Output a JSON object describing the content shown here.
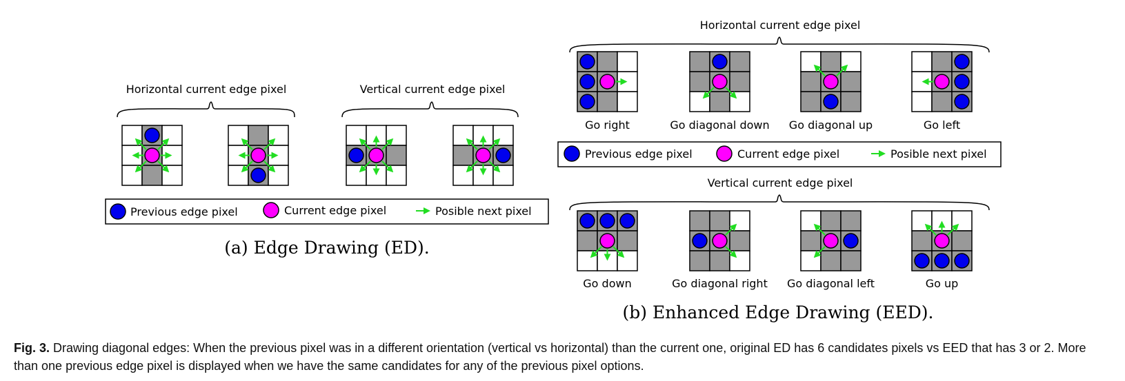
{
  "panel_a": {
    "group_label": "Horizontal current edge pixel",
    "group_label_2": "Vertical current edge pixel",
    "legend": {
      "previous": "Previous edge pixel",
      "current": "Current edge pixel",
      "next": "Posible next pixel"
    },
    "subcaption": "(a) Edge Drawing (ED)."
  },
  "panel_b": {
    "horizontal_label": "Horizontal current edge pixel",
    "vertical_label": "Vertical current edge pixel",
    "horizontal_cases": [
      "Go right",
      "Go diagonal down",
      "Go diagonal up",
      "Go left"
    ],
    "vertical_cases": [
      "Go down",
      "Go diagonal right",
      "Go diagonal left",
      "Go up"
    ],
    "legend": {
      "previous": "Previous edge pixel",
      "current": "Current edge pixel",
      "next": "Posible next pixel"
    },
    "subcaption": "(b) Enhanced Edge Drawing (EED)."
  },
  "caption": {
    "label": "Fig. 3.",
    "text": " Drawing diagonal edges: When the previous pixel was in a different orientation (vertical vs horizontal) than the current one, original ED has 6 candidates pixels vs EED that has 3 or 2. More than one previous edge pixel is displayed when we have the same candidates for any of the previous pixel options."
  },
  "colors": {
    "previous": "#0000ee",
    "current": "#ff00ff",
    "arrow": "#22dd22",
    "gray": "#999999",
    "line": "#000000"
  }
}
